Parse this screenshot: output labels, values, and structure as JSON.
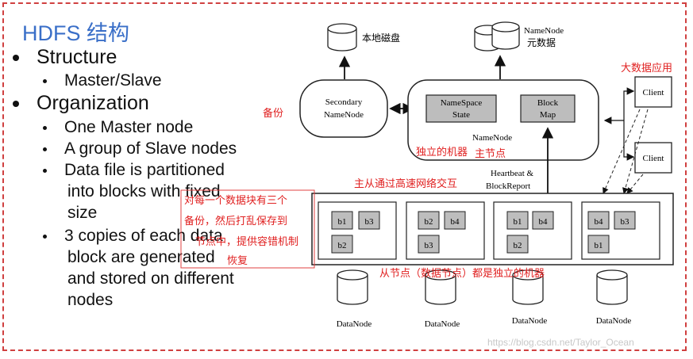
{
  "title": "HDFS 结构",
  "bullets": {
    "structure": "Structure",
    "master_slave": "Master/Slave",
    "organization": "Organization",
    "one_master": "One Master node",
    "group_slave": "A group of Slave nodes",
    "partition_l1": "Data file is partitioned",
    "partition_l2": "into blocks with fixed",
    "partition_l3": "size",
    "copies_l1": "3 copies of each data",
    "copies_l2": "block are generated",
    "copies_l3": "and stored on different",
    "copies_l4": "nodes"
  },
  "diagram": {
    "local_disk": "本地磁盘",
    "namenode_meta_l1": "NameNode",
    "namenode_meta_l2": "元数据",
    "secondary_l1": "Secondary",
    "secondary_l2": "NameNode",
    "namespace_l1": "NameSpace",
    "namespace_l2": "State",
    "blockmap_l1": "Block",
    "blockmap_l2": "Map",
    "namenode_label": "NameNode",
    "client1": "Client",
    "client2": "Client",
    "heartbeat_l1": "Heartbeat &",
    "heartbeat_l2": "BlockReport",
    "datanodes": [
      {
        "label": "DataNode",
        "blocks": [
          "b1",
          "b3",
          "b2"
        ]
      },
      {
        "label": "DataNode",
        "blocks": [
          "b2",
          "b4",
          "b3"
        ]
      },
      {
        "label": "DataNode",
        "blocks": [
          "b1",
          "b4",
          "b2"
        ]
      },
      {
        "label": "DataNode",
        "blocks": [
          "b4",
          "b3",
          "b1"
        ]
      }
    ]
  },
  "annotations": {
    "backup": "备份",
    "bigdata_app": "大数据应用",
    "independent_machine": "独立的机器",
    "master_node": "主节点",
    "network": "主从通过高速网络交互",
    "replica_l1": "对每一个数据块有三个",
    "replica_l2": "备份，然后打乱保存到",
    "replica_l3": "节点中，提供容错机制",
    "replica_l4": "恢复",
    "slave_nodes": "从节点（数据节点）都是独立的机器"
  },
  "watermark": "https://blog.csdn.net/Taylor_Ocean"
}
